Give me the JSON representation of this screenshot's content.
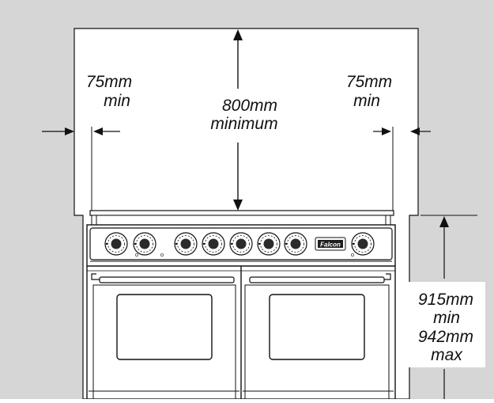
{
  "colors": {
    "wall": "#d6d6d6",
    "clearance_zone": "#ffffff",
    "line": "#111111",
    "knob": "#2b2b2b",
    "logo_bg": "#1f1f1f"
  },
  "labels": {
    "left_clearance": [
      "75mm",
      "min"
    ],
    "right_clearance": [
      "75mm",
      "min"
    ],
    "top_clearance": [
      "800mm",
      "minimum"
    ],
    "height": [
      "915mm",
      "min",
      "942mm",
      "max"
    ]
  },
  "logo": {
    "text": "Falcon"
  },
  "icons": {
    "knob": "control-knob-icon",
    "arrow": "arrowhead-icon"
  },
  "knob_count": 8
}
